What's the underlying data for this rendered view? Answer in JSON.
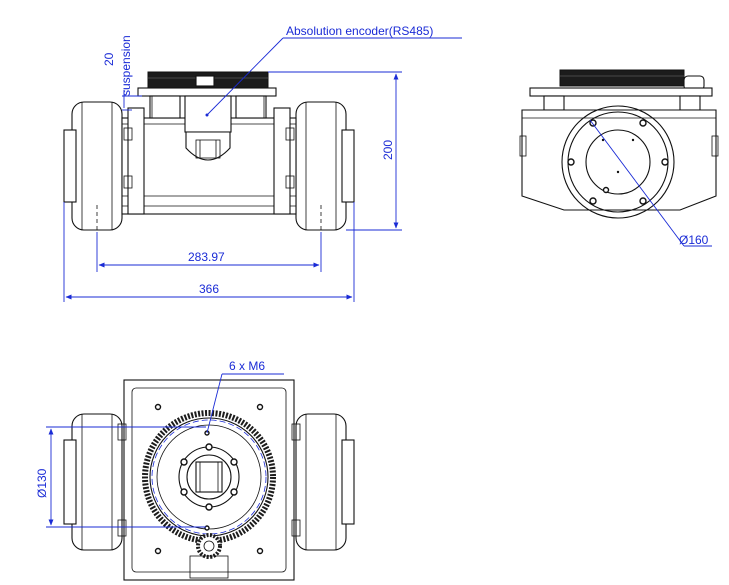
{
  "labels": {
    "encoder": "Absolution encoder(RS485)",
    "suspension_value": "20",
    "suspension_word": "suspension",
    "height": "200",
    "inner_width": "283.97",
    "outer_width": "366",
    "flange_diameter": "Ø160",
    "bolt_spec": "6 x  M6",
    "bolt_circle": "Ø130"
  },
  "colors": {
    "dimension": "#1a2bd6",
    "outline": "#111111"
  }
}
